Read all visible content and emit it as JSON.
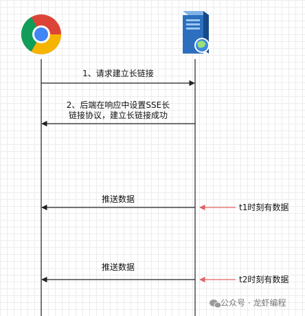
{
  "diagram": {
    "arrows": [
      {
        "label_lines": [
          "1、请求建立长链接"
        ]
      },
      {
        "label_lines": [
          "2、后端在响应中设置SSE长",
          "链接协议，建立长链接成功"
        ]
      },
      {
        "label_lines": [
          "推送数据"
        ]
      },
      {
        "label_lines": [
          "推送数据"
        ]
      }
    ],
    "events": [
      {
        "label": "t1时刻有数据"
      },
      {
        "label": "t2时刻有数据"
      }
    ],
    "colors": {
      "line": "#222222",
      "event_arrow": "#e06464",
      "chrome_red": "#db4437",
      "chrome_yellow": "#f4b400",
      "chrome_green": "#0f9d58",
      "chrome_blue": "#4285f4",
      "server_body": "#1f5fa8"
    },
    "icons": [
      "chrome-browser-icon",
      "server-icon",
      "wechat-icon"
    ]
  },
  "watermark": {
    "text": "公众号 · 龙虾编程"
  }
}
